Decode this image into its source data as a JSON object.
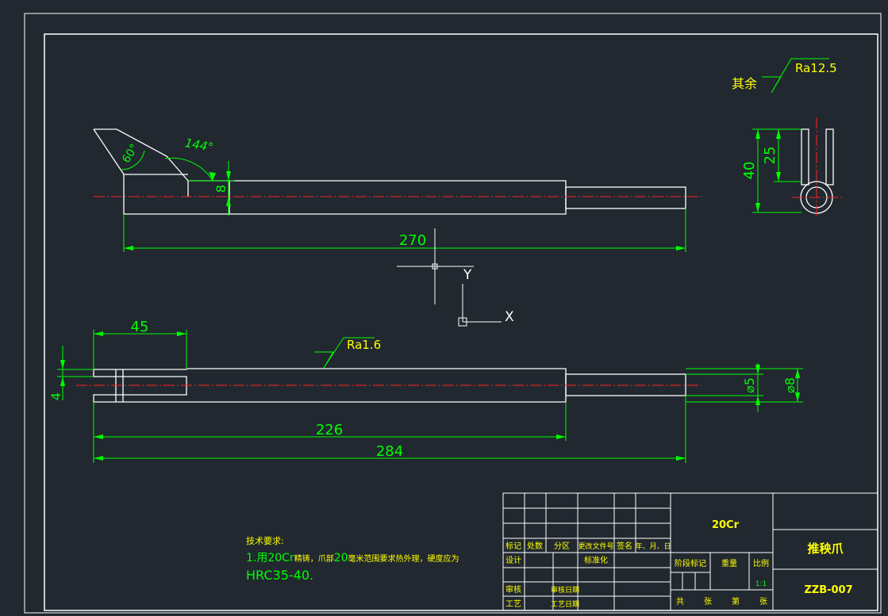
{
  "dimensions": {
    "d270": "270",
    "d45": "45",
    "d226": "226",
    "d284": "284",
    "d4": "4",
    "d5": "⌀5",
    "d8dia": "⌀8",
    "d8": "8",
    "d40": "40",
    "d25": "25",
    "angle60": "60°",
    "angle144": "144°"
  },
  "surface": {
    "ra16": "Ra1.6",
    "ra125": "Ra12.5",
    "rest_label": "其余"
  },
  "ucs": {
    "x_label": "X",
    "y_label": "Y"
  },
  "notes": {
    "heading": "技术要求:",
    "line1_prefix": "1.用",
    "line1_mat": "20Cr",
    "line1_mid": "精铸，爪部",
    "line1_num": "20",
    "line1_rest": "毫米范围要求热外理，硬度应为",
    "line2": "HRC35-40."
  },
  "title_block": {
    "material": "20Cr",
    "part_name": "推秧爪",
    "drawing_no": "ZZB-007",
    "col_mark": "标记",
    "col_count": "处数",
    "col_zone": "分区",
    "col_doc": "更改文件号",
    "col_sign": "签名",
    "col_date": "年、月、日",
    "design": "设计",
    "standard": "标准化",
    "review": "审核",
    "review_date": "审核日期",
    "process": "工艺",
    "process_date": "工艺日期",
    "stage_mark": "阶段标记",
    "weight": "重量",
    "scale": "比例",
    "scale_value": "1:1",
    "total": "共",
    "sheets": "张",
    "page": "第",
    "page_unit": "张"
  },
  "colors": {
    "background": "#212830",
    "outline": "#ffffff",
    "dimension": "#00ff00",
    "centerline": "#ff2020",
    "title_text": "#ffff00"
  }
}
